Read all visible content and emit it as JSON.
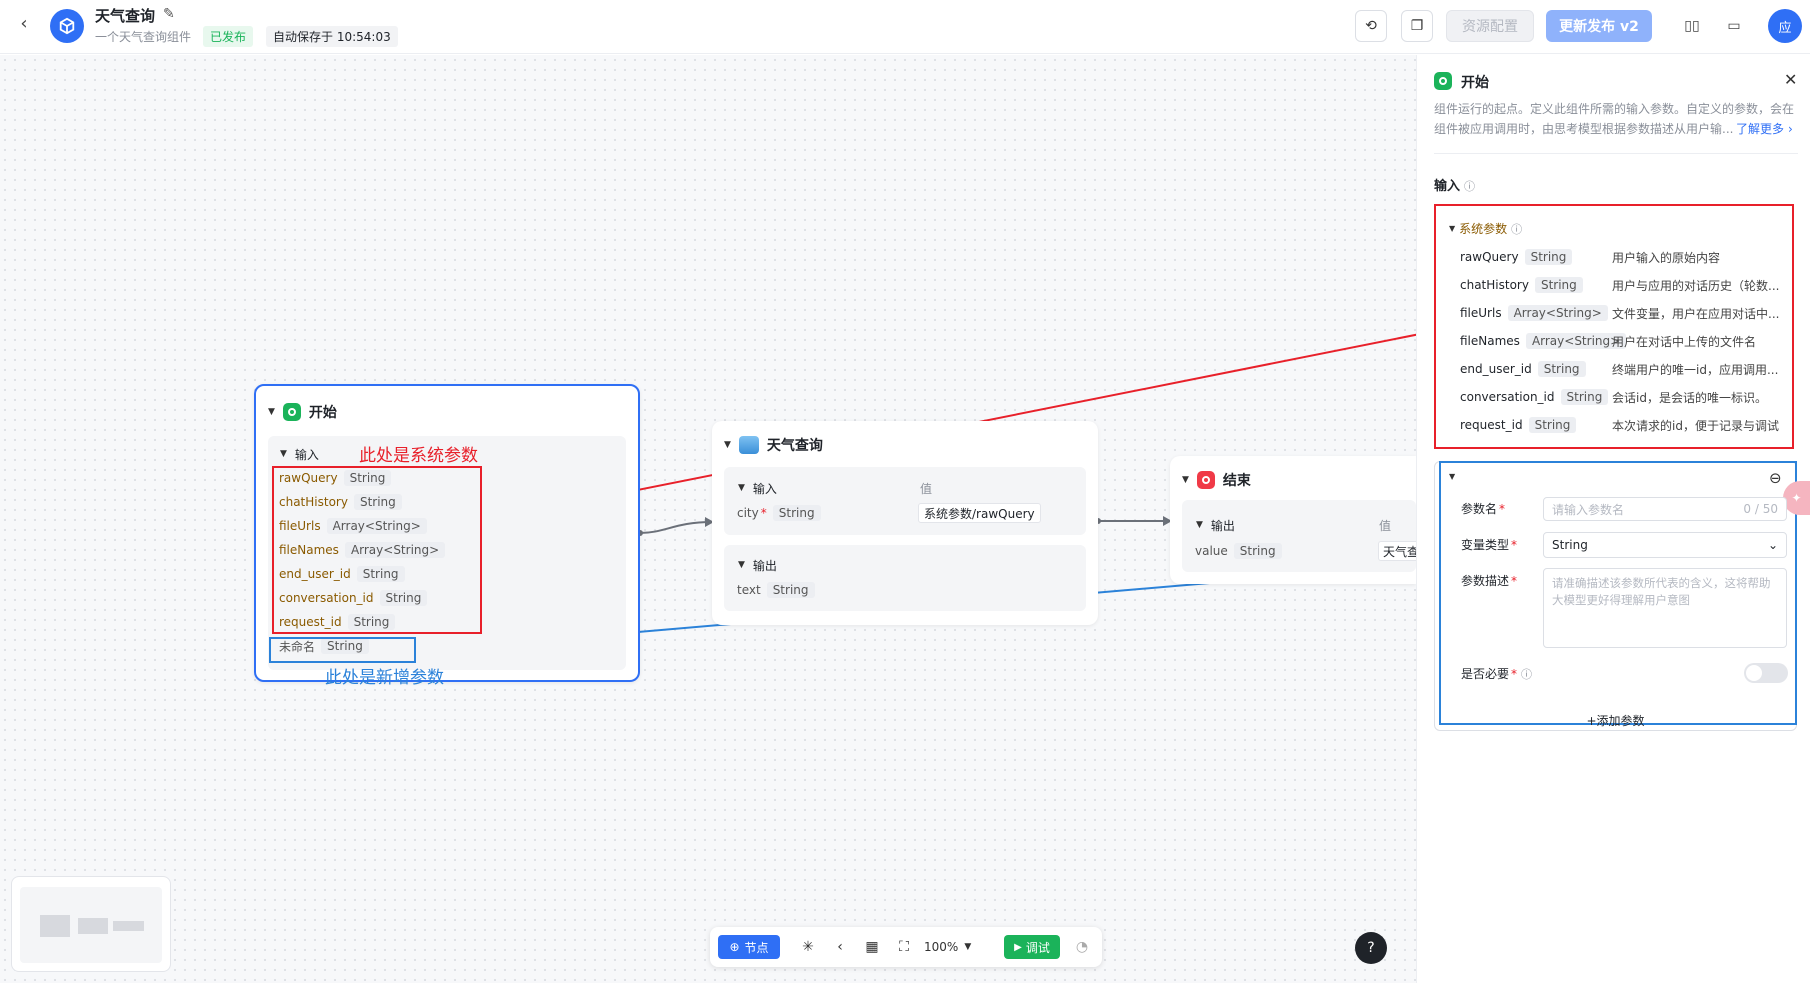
{
  "header": {
    "title": "天气查询",
    "subtitle": "一个天气查询组件",
    "status_badge": "已发布",
    "autosave": "自动保存于 10:54:03",
    "resource_button": "资源配置",
    "publish_button": "更新发布 v2",
    "avatar_text": "应"
  },
  "canvas": {
    "start_node": {
      "title": "开始",
      "input_label": "输入",
      "params": [
        {
          "name": "rawQuery",
          "type": "String"
        },
        {
          "name": "chatHistory",
          "type": "String"
        },
        {
          "name": "fileUrls",
          "type": "Array<String>"
        },
        {
          "name": "fileNames",
          "type": "Array<String>"
        },
        {
          "name": "end_user_id",
          "type": "String"
        },
        {
          "name": "conversation_id",
          "type": "String"
        },
        {
          "name": "request_id",
          "type": "String"
        }
      ],
      "new_param": {
        "name": "未命名",
        "type": "String"
      }
    },
    "annotation_system": "此处是系统参数",
    "annotation_new": "此处是新增参数",
    "weather_node": {
      "title": "天气查询",
      "input_label": "输入",
      "value_label": "值",
      "input_param": {
        "name": "city",
        "type": "String",
        "value": "系统参数/rawQuery"
      },
      "output_label": "输出",
      "output_param": {
        "name": "text",
        "type": "String"
      }
    },
    "end_node": {
      "title": "结束",
      "output_label": "输出",
      "value_label": "值",
      "output_param": {
        "name": "value",
        "type": "String",
        "value": "天气查"
      }
    }
  },
  "toolbar": {
    "add_node": "节点",
    "zoom": "100%",
    "run": "调试"
  },
  "help_label": "?",
  "panel": {
    "title": "开始",
    "description_line1": "组件运行的起点。定义此组件所需的输入参数。自定义的参数，会在",
    "description_line2": "组件被应用调用时，由思考模型根据参数描述从用户输...",
    "learn_more": "了解更多",
    "input_section": "输入",
    "system_params_label": "系统参数",
    "system_params": [
      {
        "name": "rawQuery",
        "type": "String",
        "desc": "用户输入的原始内容"
      },
      {
        "name": "chatHistory",
        "type": "String",
        "desc": "用户与应用的对话历史（轮数..."
      },
      {
        "name": "fileUrls",
        "type": "Array<String>",
        "desc": "文件变量，用户在应用对话中..."
      },
      {
        "name": "fileNames",
        "type": "Array<String>",
        "desc": "用户在对话中上传的文件名"
      },
      {
        "name": "end_user_id",
        "type": "String",
        "desc": "终端用户的唯一id，应用调用..."
      },
      {
        "name": "conversation_id",
        "type": "String",
        "desc": "会话id，是会话的唯一标识。"
      },
      {
        "name": "request_id",
        "type": "String",
        "desc": "本次请求的id，便于记录与调试"
      }
    ],
    "form": {
      "name_label": "参数名",
      "name_placeholder": "请输入参数名",
      "name_counter": "0 / 50",
      "type_label": "变量类型",
      "type_value": "String",
      "desc_label": "参数描述",
      "desc_placeholder": "请准确描述该参数所代表的含义，这将帮助大模型更好得理解用户意图",
      "required_label": "是否必要",
      "add_param": "+添加参数"
    }
  }
}
